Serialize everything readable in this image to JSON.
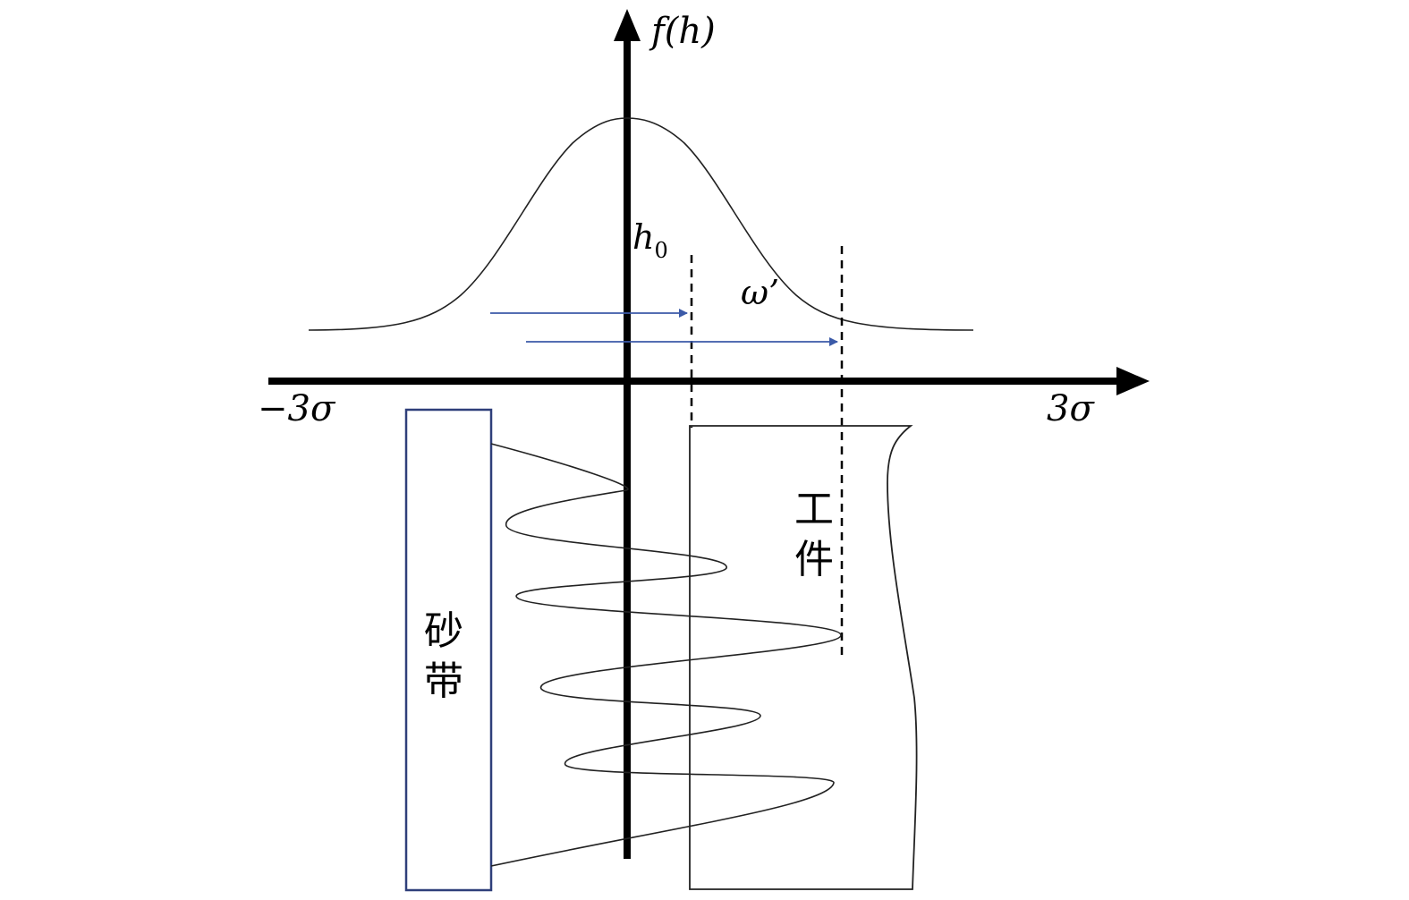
{
  "labels": {
    "y_axis_label": "f(h)",
    "h0_label": "h",
    "h0_sub": "0",
    "omega_label": "ω’",
    "x_min_label": "−3σ",
    "x_max_label": "3σ",
    "belt_char1": "砂",
    "belt_char2": "带",
    "workpiece_char1": "工",
    "workpiece_char2": "件"
  },
  "colors": {
    "axis": "#000000",
    "curve": "#222222",
    "arrow": "#3b5aa8",
    "belt_border": "#2f3f7a"
  }
}
